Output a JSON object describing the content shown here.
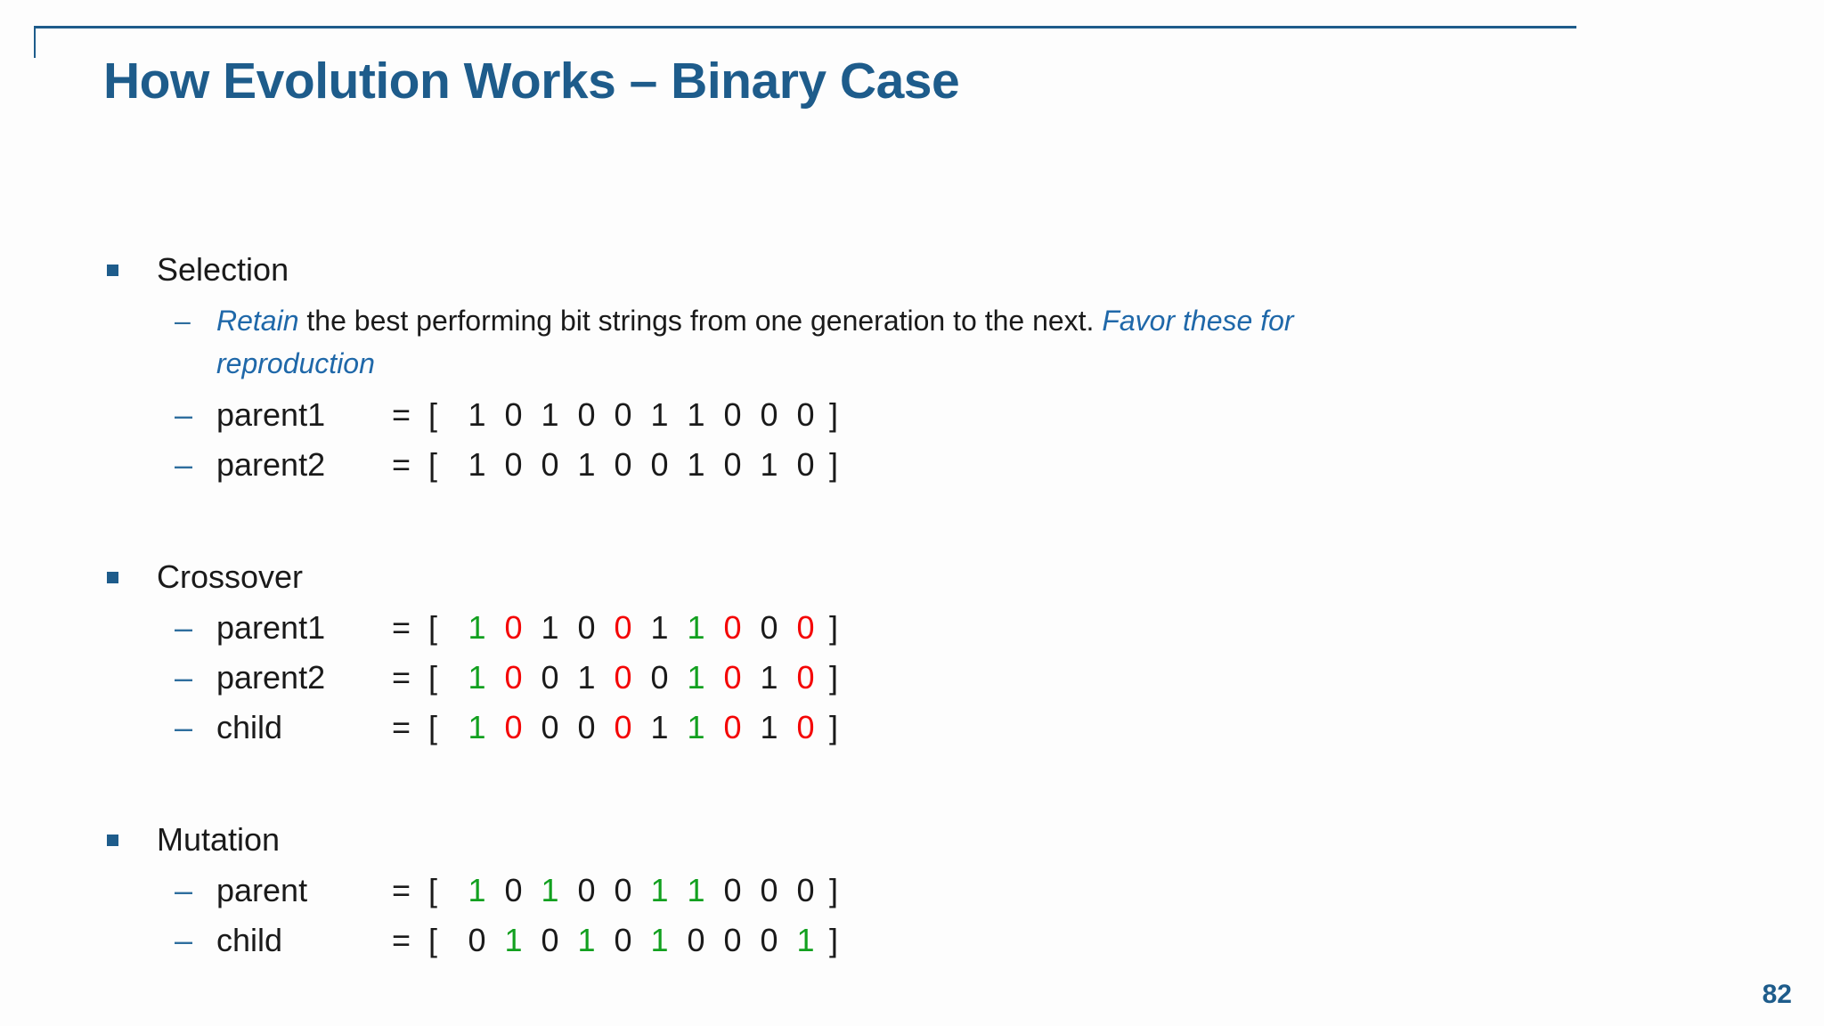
{
  "slide": {
    "title": "How Evolution Works – Binary Case",
    "page_number": "82"
  },
  "colors": {
    "accent_blue": "#1E5C8B",
    "emphasis_blue": "#1F68A9",
    "dash_blue": "#2E6E9E",
    "digit_green": "#12A01F",
    "digit_red": "#F40505",
    "text_black": "#1A1A1A",
    "background": "#FDFDFD"
  },
  "symbols": {
    "dash": "–",
    "equals": "=",
    "bracket_open": "[",
    "bracket_close": "]"
  },
  "sections": [
    {
      "id": "selection",
      "heading": "Selection",
      "description_lines": [
        [
          {
            "text": "Retain",
            "style": "em"
          },
          {
            "text": " the best performing bit strings from one generation to the next. ",
            "style": "n"
          },
          {
            "text": "Favor these for",
            "style": "em"
          }
        ],
        [
          {
            "text": "reproduction",
            "style": "em"
          }
        ]
      ],
      "rows": [
        {
          "label": "parent1",
          "bits": [
            "1",
            "0",
            "1",
            "0",
            "0",
            "1",
            "1",
            "0",
            "0",
            "0"
          ],
          "colors": [
            "k",
            "k",
            "k",
            "k",
            "k",
            "k",
            "k",
            "k",
            "k",
            "k"
          ]
        },
        {
          "label": "parent2",
          "bits": [
            "1",
            "0",
            "0",
            "1",
            "0",
            "0",
            "1",
            "0",
            "1",
            "0"
          ],
          "colors": [
            "k",
            "k",
            "k",
            "k",
            "k",
            "k",
            "k",
            "k",
            "k",
            "k"
          ]
        }
      ]
    },
    {
      "id": "crossover",
      "heading": "Crossover",
      "description_lines": [],
      "rows": [
        {
          "label": "parent1",
          "bits": [
            "1",
            "0",
            "1",
            "0",
            "0",
            "1",
            "1",
            "0",
            "0",
            "0"
          ],
          "colors": [
            "g",
            "r",
            "k",
            "k",
            "r",
            "k",
            "g",
            "r",
            "k",
            "r"
          ]
        },
        {
          "label": "parent2",
          "bits": [
            "1",
            "0",
            "0",
            "1",
            "0",
            "0",
            "1",
            "0",
            "1",
            "0"
          ],
          "colors": [
            "g",
            "r",
            "k",
            "k",
            "r",
            "k",
            "g",
            "r",
            "k",
            "r"
          ]
        },
        {
          "label": "child",
          "bits": [
            "1",
            "0",
            "0",
            "0",
            "0",
            "1",
            "1",
            "0",
            "1",
            "0"
          ],
          "colors": [
            "g",
            "r",
            "k",
            "k",
            "r",
            "k",
            "g",
            "r",
            "k",
            "r"
          ]
        }
      ]
    },
    {
      "id": "mutation",
      "heading": "Mutation",
      "description_lines": [],
      "rows": [
        {
          "label": "parent",
          "bits": [
            "1",
            "0",
            "1",
            "0",
            "0",
            "1",
            "1",
            "0",
            "0",
            "0"
          ],
          "colors": [
            "g",
            "k",
            "g",
            "k",
            "k",
            "g",
            "g",
            "k",
            "k",
            "k"
          ]
        },
        {
          "label": "child",
          "bits": [
            "0",
            "1",
            "0",
            "1",
            "0",
            "1",
            "0",
            "0",
            "0",
            "1"
          ],
          "colors": [
            "k",
            "g",
            "k",
            "g",
            "k",
            "g",
            "k",
            "k",
            "k",
            "g"
          ]
        }
      ]
    }
  ]
}
